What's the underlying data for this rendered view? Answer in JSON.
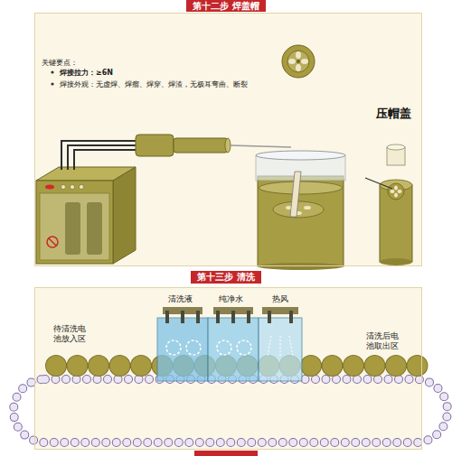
{
  "diagram": {
    "nodes": [
      {
        "text": [
          "第十二步 焊盖帽"
        ]
      },
      {
        "text": [
          "关键要点：",
          "焊接拉力：≥6N",
          "焊接外观：无虚焊、焊瘤、焊穿、焊渣，无极耳弯曲、断裂",
          "压帽盖"
        ]
      },
      {
        "text": [
          "第十三步 清洗"
        ]
      },
      {
        "text": [
          "待清洗电池放入区",
          "清洗液",
          "纯净水",
          "热风",
          "清洗后电池取出区"
        ]
      }
    ]
  }
}
